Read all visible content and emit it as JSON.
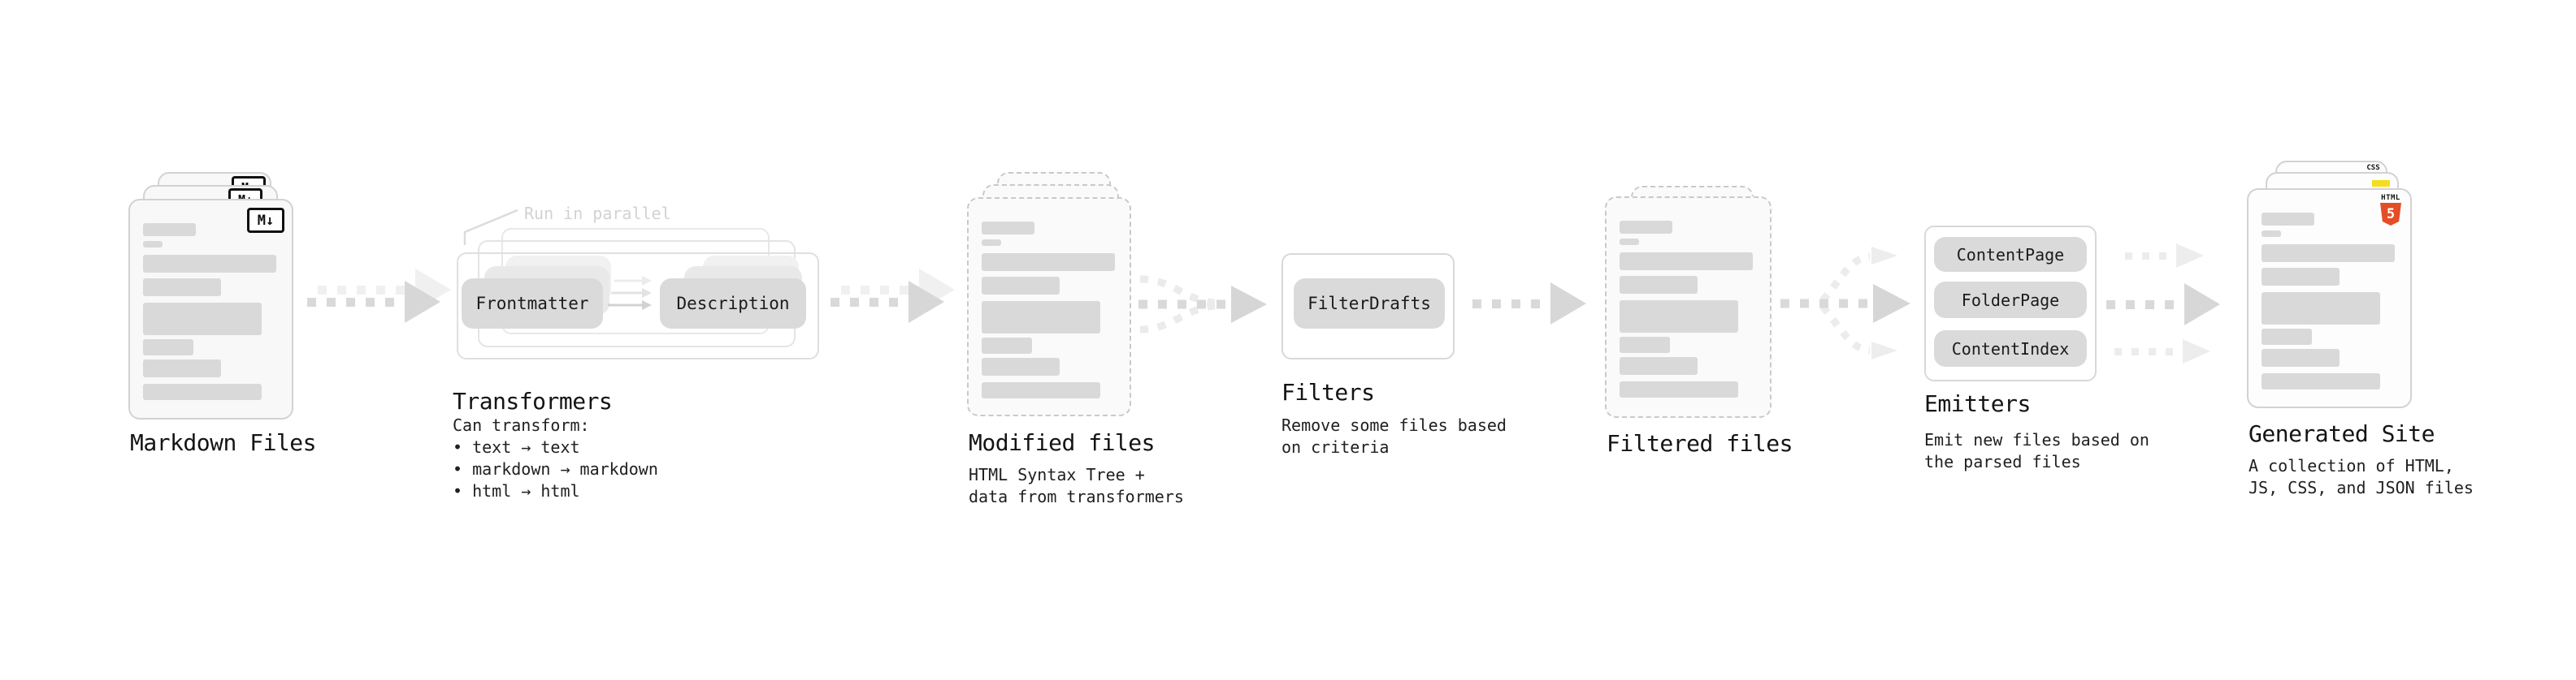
{
  "diagram": {
    "stage_markdown": {
      "label": "Markdown Files",
      "badge": "M↓"
    },
    "stage_transformers": {
      "title": "Transformers",
      "parallel_note": "Run in parallel",
      "pill_left": "Frontmatter",
      "pill_right": "Description",
      "description": "Can transform:\n • text → text\n • markdown → markdown\n • html → html"
    },
    "stage_modified": {
      "label": "Modified files",
      "description": "HTML Syntax Tree +\ndata from transformers"
    },
    "stage_filters": {
      "title": "Filters",
      "pill": "FilterDrafts",
      "description": "Remove some files based\non criteria"
    },
    "stage_filtered": {
      "label": "Filtered files"
    },
    "stage_emitters": {
      "title": "Emitters",
      "pills": [
        "ContentPage",
        "FolderPage",
        "ContentIndex"
      ],
      "description": "Emit new files based on\nthe parsed files"
    },
    "stage_generated": {
      "label": "Generated Site",
      "description": "A collection of HTML,\nJS, CSS, and JSON files",
      "badge_css": "CSS",
      "badge_html_label": "HTML",
      "badge_html_number": "5"
    },
    "colors": {
      "html5_orange": "#e44d26",
      "js_yellow": "#f5de19",
      "css_blue": "#2965f1"
    }
  }
}
